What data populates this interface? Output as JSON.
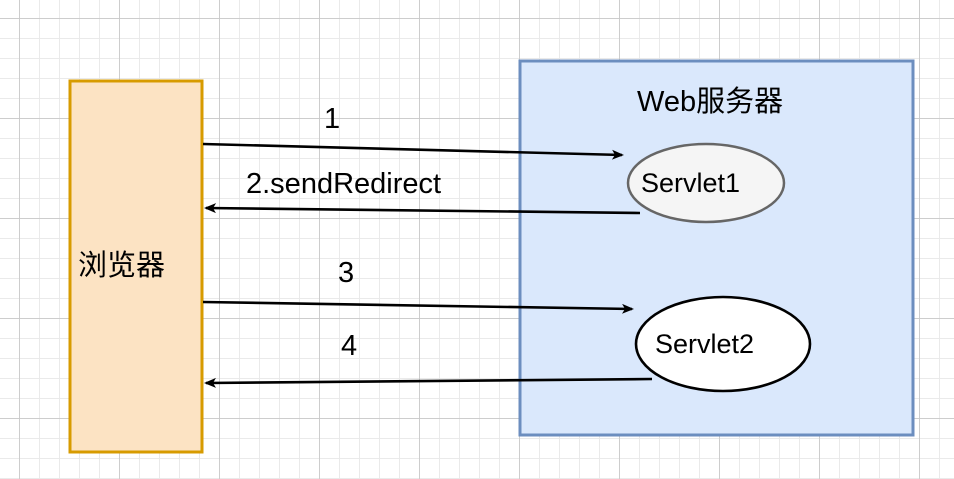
{
  "diagram": {
    "title_semantic": "servlet-send-redirect-flow",
    "colors": {
      "browser_fill": "#fce3c3",
      "browser_stroke": "#d79b00",
      "server_fill": "#dae8fc",
      "server_stroke": "#6c8ebf",
      "servlet1_fill": "#f5f5f5",
      "servlet1_stroke": "#666666",
      "servlet2_fill": "#ffffff",
      "servlet2_stroke": "#000000",
      "arrow": "#000000",
      "grid_minor": "#e9e9e9",
      "grid_major": "#c8c8c8",
      "background": "#ffffff"
    },
    "nodes": {
      "browser": {
        "label": "浏览器"
      },
      "server": {
        "label": "Web服务器"
      },
      "servlet1": {
        "label": "Servlet1"
      },
      "servlet2": {
        "label": "Servlet2"
      }
    },
    "edges": [
      {
        "id": "edge-1",
        "label": "1",
        "from": "browser",
        "to": "servlet1",
        "direction": "right"
      },
      {
        "id": "edge-2",
        "label": "2.sendRedirect",
        "from": "servlet1",
        "to": "browser",
        "direction": "left"
      },
      {
        "id": "edge-3",
        "label": "3",
        "from": "browser",
        "to": "servlet2",
        "direction": "right"
      },
      {
        "id": "edge-4",
        "label": "4",
        "from": "servlet2",
        "to": "browser",
        "direction": "left"
      }
    ]
  }
}
